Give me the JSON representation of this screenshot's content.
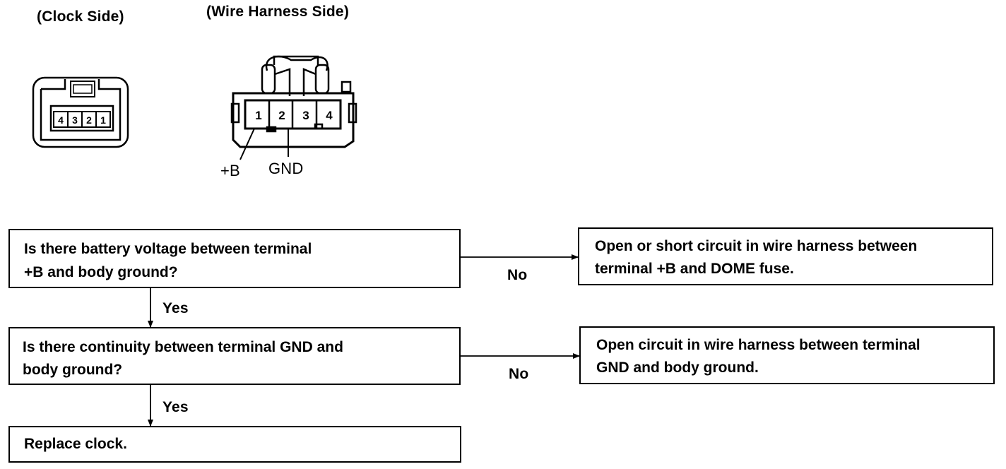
{
  "connectors": {
    "clock_side_label": "(Clock Side)",
    "harness_side_label": "(Wire Harness Side)",
    "clock_pins": [
      "4",
      "3",
      "2",
      "1"
    ],
    "harness_pins": [
      "1",
      "2",
      "3",
      "4"
    ],
    "terminal_b_label": "+B",
    "terminal_gnd_label": "GND"
  },
  "flow": {
    "step1_question_line1": "Is there battery voltage between terminal",
    "step1_question_line2": "+B  and body ground?",
    "step1_no_label": "No",
    "step1_no_result_line1": "Open or short circuit in wire harness between",
    "step1_no_result_line2": "terminal +B and DOME fuse.",
    "step1_yes_label": "Yes",
    "step2_question_line1": "Is there continuity between terminal GND and",
    "step2_question_line2": "body ground?",
    "step2_no_label": "No",
    "step2_no_result_line1": "Open circuit in wire harness between terminal",
    "step2_no_result_line2": "GND and body ground.",
    "step2_yes_label": "Yes",
    "final_action": "Replace clock."
  }
}
